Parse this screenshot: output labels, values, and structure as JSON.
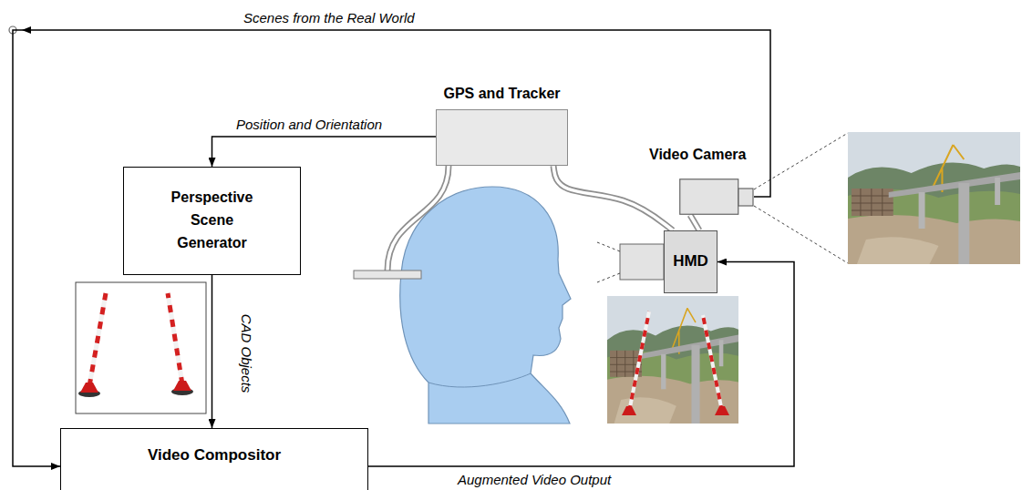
{
  "diagram": {
    "nodes": [
      {
        "text": [
          "GPS and Tracker"
        ]
      },
      {
        "text": [
          "Video Camera"
        ]
      },
      {
        "text": [
          "Perspective Scene Generator"
        ]
      },
      {
        "text": [
          "HMD"
        ]
      },
      {
        "text": [
          "Video Compositor"
        ]
      }
    ],
    "edges": [
      {
        "from": 1,
        "to": 4,
        "arrow": "to",
        "label": "Scenes from the Real World"
      },
      {
        "from": 0,
        "to": 2,
        "arrow": "to",
        "label": "Position and Orientation"
      },
      {
        "from": 2,
        "to": 4,
        "arrow": "to",
        "label": "CAD Objects"
      },
      {
        "from": 4,
        "to": 3,
        "arrow": "to",
        "label": "Augmented Video Output"
      },
      {
        "from": 0,
        "to": 3,
        "arrow": "none"
      },
      {
        "from": 1,
        "to": 3,
        "arrow": "none"
      }
    ]
  }
}
